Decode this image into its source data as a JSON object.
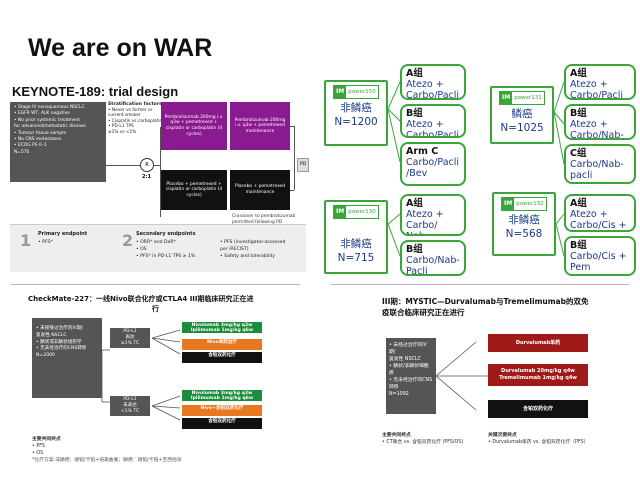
{
  "title": "We are on WAR",
  "keynote": {
    "title": "KEYNOTE-189: trial design",
    "eligibility": [
      "• Stage IV nonsquamous NSCLC",
      "• EGFR WT, ALK negative",
      "• No prior systemic treatment",
      "  for advanced/metastatic disease",
      "• Tumour tissue sample",
      "• No CNS metastases",
      "• ECOG PS 0–1",
      "N=570"
    ],
    "strat_title": "Stratification factors",
    "strat_items": [
      "• Never vs former or",
      "  current smoker",
      "• Cisplatin vs carboplatin",
      "• PD-L1 TPS",
      "  ≥1% vs <1%"
    ],
    "r_label": "R",
    "ratio": "2:1",
    "arm1": "Pembrolizumab 200mg i.v. q3w + pemetrexed + cisplatin or carboplatin (4 cycles)",
    "arm1_maint": "Pembrolizumab 200mg i.v. q3w + pemetrexed maintenance",
    "arm2": "Placebo + pemetrexed + cisplatin or carboplatin (4 cycles)",
    "arm2_maint": "Placebo + pemetrexed maintenance",
    "pd": "PD",
    "crossover": [
      "Crossover to pembrolizumab",
      "permitted following PD"
    ],
    "ep1_num": "1",
    "ep1_title": "Primary endpoint",
    "ep1_items": [
      "• PFS*"
    ],
    "ep2_num": "2",
    "ep2_title": "Secondary endpoints",
    "ep2_items": [
      "• ORR* and DoR*",
      "• OS",
      "• PFS* in PD-L1 TPS ≥ 1%"
    ],
    "ep2_items_b": [
      "• PFS (investigator-assessed",
      "  per iRECIST)",
      "• Safety and tolerability"
    ]
  },
  "impower": {
    "t150": {
      "logo": "power150",
      "type": "非鳞癌",
      "n": "N=1200"
    },
    "t131": {
      "logo": "power131",
      "type": "鳞癌",
      "n": "N=1025"
    },
    "t130": {
      "logo": "power130",
      "type": "非鳞癌",
      "n": "N=715"
    },
    "t132": {
      "logo": "power132",
      "type": "非鳞癌",
      "n": "N=568"
    },
    "groups": {
      "g150a": {
        "h": "A组",
        "t": "Atezo + Carbo/Pacli"
      },
      "g150b": {
        "h": "B组",
        "t": "Atezo + Carbo/Pacli"
      },
      "g150c": {
        "h": "Arm C",
        "t": "Carbo/Pacli /Bev"
      },
      "g131a": {
        "h": "A组",
        "t": "Atezo + Carbo/Pacli"
      },
      "g131b": {
        "h": "B组",
        "t": "Atezo + Carbo/Nab-"
      },
      "g131c": {
        "h": "C组",
        "t": "Carbo/Nab-pacli"
      },
      "g130a": {
        "h": "A组",
        "t": "Atezo + Carbo/ Nab-"
      },
      "g130b": {
        "h": "B组",
        "t": "Carbo/Nab-Pacli"
      },
      "g132a": {
        "h": "A组",
        "t": "Atezo + Carbo/Cis +"
      },
      "g132b": {
        "h": "B组",
        "t": "Carbo/Cis + Pem"
      }
    }
  },
  "checkmate": {
    "title": "CheckMate-227：一线Nivo联合化疗或CTLA4   III期临床研究正在进",
    "title2": "行",
    "eligibility": [
      "• 未接受过治疗的IV期/",
      "  复发性 NSCLC",
      "• 鳞状或非鳞状组织学",
      "• 无未经治疗的CNS转移",
      "      N=2000"
    ],
    "pd_pos": [
      "PD-L1",
      "表达",
      "≥1% TC"
    ],
    "pd_neg": [
      "PD-L1",
      "未表达",
      "<1% TC"
    ],
    "arms_pos": [
      "Nivolumab 3mg/kg q2w",
      "Ipilimumab 1mg/kg q6w",
      "Nivo单药治疗",
      "含铂双药化疗"
    ],
    "arms_neg": [
      "Nivolumab 3mg/kg q2w",
      "Ipilimumab 1mg/kg q6w",
      "Nivo+含铂双药化疗",
      "含铂双药化疗"
    ],
    "ep_title": "主要共同终点",
    "ep_items": [
      "• PFS",
      "• OS"
    ],
    "footnote": "*化疗方案:非鳞癌：顺铂/卡铂+培美曲塞；鳞癌：顺铂/卡铂+吉西他滨"
  },
  "mystic": {
    "title": "III期：MYSTIC—Durvalumab与Tremelimumab的双免",
    "title2": "疫联合临床研究正在进行",
    "eligibility": [
      "• 未经过治疗的IV期/",
      "  复发性 NSCLC",
      "• 鳞状/非鳞状细胞",
      "  癌",
      "• 无未经治疗的CNS",
      "  转移",
      "",
      "     N=1092"
    ],
    "arm1": "Durvalumab单药",
    "arm2": [
      "Durvalumab 20mg/kg q4w",
      "Tremelimumab 1mg/kg q4w"
    ],
    "arm3": "含铂双药化疗",
    "ep_title": "主要共同终点",
    "ep_items": [
      "• CT联合  vs. 含铂双药化疗 (PFS/OS)"
    ],
    "ep2_title": "关键次要终点",
    "ep2_items": [
      "• Durvalumab单药  vs. 含铂双药化疗（PFS）"
    ]
  }
}
